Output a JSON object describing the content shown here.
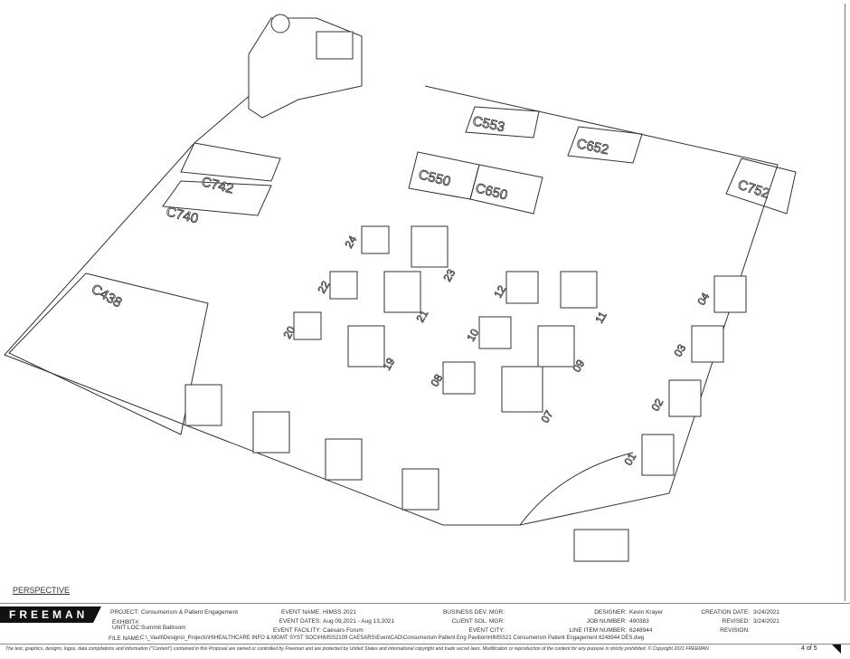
{
  "view_title": "PERSPECTIVE",
  "brand": "FREEMAN",
  "booths": [
    "C553",
    "C652",
    "C550",
    "C650",
    "C752",
    "C742",
    "C740",
    "C438"
  ],
  "stations": [
    "24",
    "22",
    "20",
    "23",
    "21",
    "19",
    "12",
    "11",
    "10",
    "09",
    "08",
    "07",
    "04",
    "03",
    "02",
    "01"
  ],
  "title_block": {
    "project_label": "PROJECT:",
    "project": "Consumerism & Patient Engagement",
    "exhibit_label": "EXHIBIT#:",
    "unit_loc_label": "UNIT LOC:",
    "unit_loc": "Summit Ballroom",
    "event_name_label": "EVENT NAME:",
    "event_name": "HIMSS 2021",
    "event_dates_label": "EVENT DATES:",
    "event_dates": "Aug 09,2021 - Aug 13,2021",
    "event_facility_label": "EVENT FACILITY:",
    "event_facility": "Caesars Forum",
    "business_dev_label": "BUSINESS DEV. MGR:",
    "client_sol_label": "CLIENT SOL. MGR:",
    "event_city_label": "EVENT CITY:",
    "designer_label": "DESIGNER:",
    "designer": "Kevin Krayer",
    "job_number_label": "JOB NUMBER:",
    "job_number": "490383",
    "line_item_label": "LINE ITEM NUMBER:",
    "line_item": "6248944",
    "creation_date_label": "CREATION DATE:",
    "creation_date": "3/24/2021",
    "revised_label": "REVISED:",
    "revised": "3/24/2021",
    "revision_label": "REVISION:",
    "file_name_label": "FILE NAME:",
    "file_name": "C:\\_Vault\\Designs\\_Projects\\H\\HEALTHCARE INFO & MGMT SYST SOC\\HIMSS2109 CAESARS\\EventCAD\\Consumerism Patient Eng Pavilion\\HIMSS21 Consumerism Patient Engagement 6248944 DES.dwg"
  },
  "legal": "The text, graphics, designs, logos, data compilations and information (\"Content\") contained in this Proposal are owned or controlled by Freeman and are protected by United States and international copyright and trade secret laws. Modification or reproduction of the content for any purpose is strictly prohibited. © Copyright 2021 FREEMAN",
  "page": "4 of 5"
}
